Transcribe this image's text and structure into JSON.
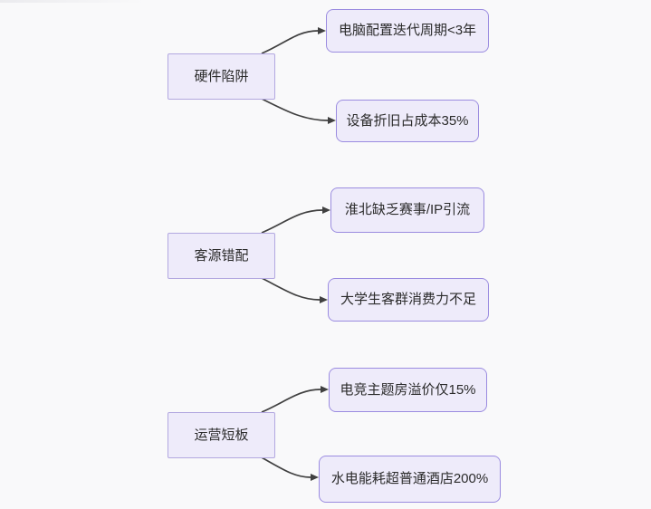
{
  "diagram": {
    "type": "flowchart",
    "direction": "left-to-right",
    "colors": {
      "background": "#f9f9fa",
      "node_fill": "#eeebfa",
      "parent_border": "#b3a8e0",
      "child_border": "#9b8ce0",
      "edge": "#404040",
      "text": "#2b2b2b"
    },
    "groups": [
      {
        "parent": "硬件陷阱",
        "children": [
          "电脑配置迭代周期<3年",
          "设备折旧占成本35%"
        ]
      },
      {
        "parent": "客源错配",
        "children": [
          "淮北缺乏赛事/IP引流",
          "大学生客群消费力不足"
        ]
      },
      {
        "parent": "运营短板",
        "children": [
          "电竞主题房溢价仅15%",
          "水电能耗超普通酒店200%"
        ]
      }
    ]
  }
}
